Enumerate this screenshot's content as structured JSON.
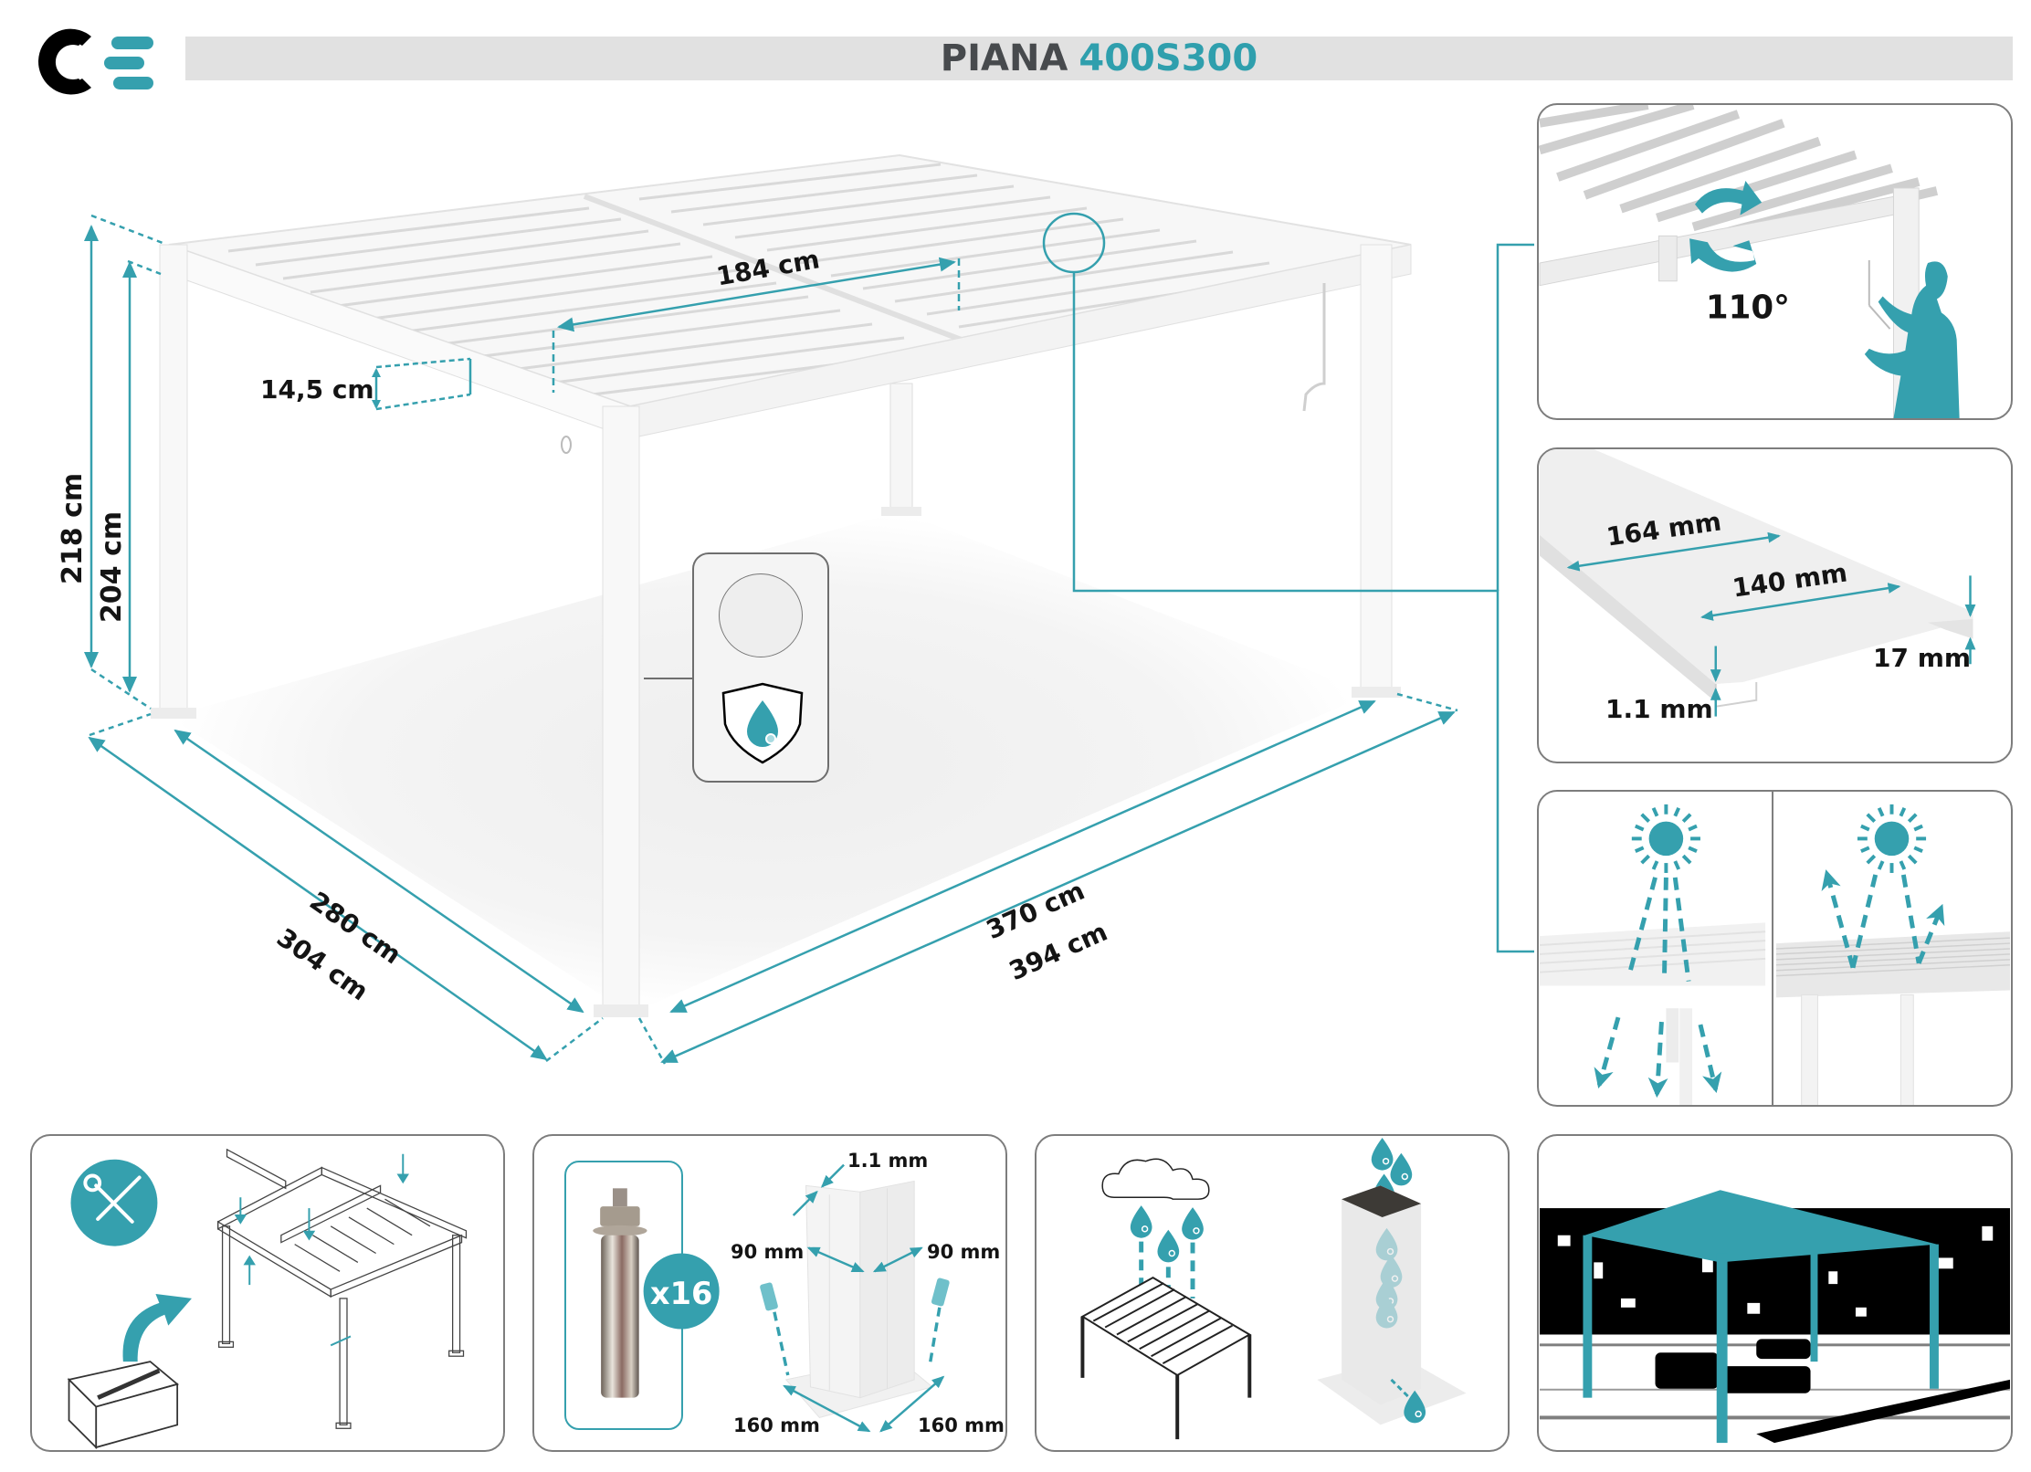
{
  "header": {
    "logo_icon": "ce-logo-icon",
    "title_main": "PIANA",
    "title_model": "400S300"
  },
  "colors": {
    "accent": "#35a0ae",
    "title_dark": "#474a4d",
    "title_bar": "#e1e1e1",
    "panel_border": "#7d7d7d",
    "text": "#141414"
  },
  "main_drawing": {
    "dimensions": {
      "total_height": "218 cm",
      "clear_height": "204 cm",
      "beam_height": "14,5 cm",
      "slat_length": "184 cm",
      "inner_depth": "280 cm",
      "outer_depth": "304 cm",
      "inner_width": "370 cm",
      "outer_width": "394 cm"
    },
    "finish_badge": {
      "color_swatch_icon": "color-swatch-icon",
      "shield_icon": "water-resistant-shield-icon"
    }
  },
  "panels": {
    "rotation": {
      "angle_label": "110°",
      "rotate_icon": "rotate-arrows-icon",
      "person_icon": "person-crank-icon"
    },
    "slat": {
      "width_outer": "164 mm",
      "width_inner": "140 mm",
      "height": "17 mm",
      "thickness": "1.1 mm"
    },
    "sun": {
      "left_state": "open-slats",
      "right_state": "closed-slats",
      "sun_icon": "sun-icon"
    },
    "assembly": {
      "tools_icon": "tools-icon",
      "box_icon": "box-icon"
    },
    "post": {
      "anchor_count": "x16",
      "wall_thickness": "1.1 mm",
      "post_width_left": "90 mm",
      "post_width_right": "90 mm",
      "base_left": "160 mm",
      "base_right": "160 mm"
    },
    "drainage": {
      "cloud_icon": "cloud-icon",
      "drop_icon": "water-drop-icon"
    },
    "scene": {
      "description": "pergola-in-garden"
    }
  }
}
